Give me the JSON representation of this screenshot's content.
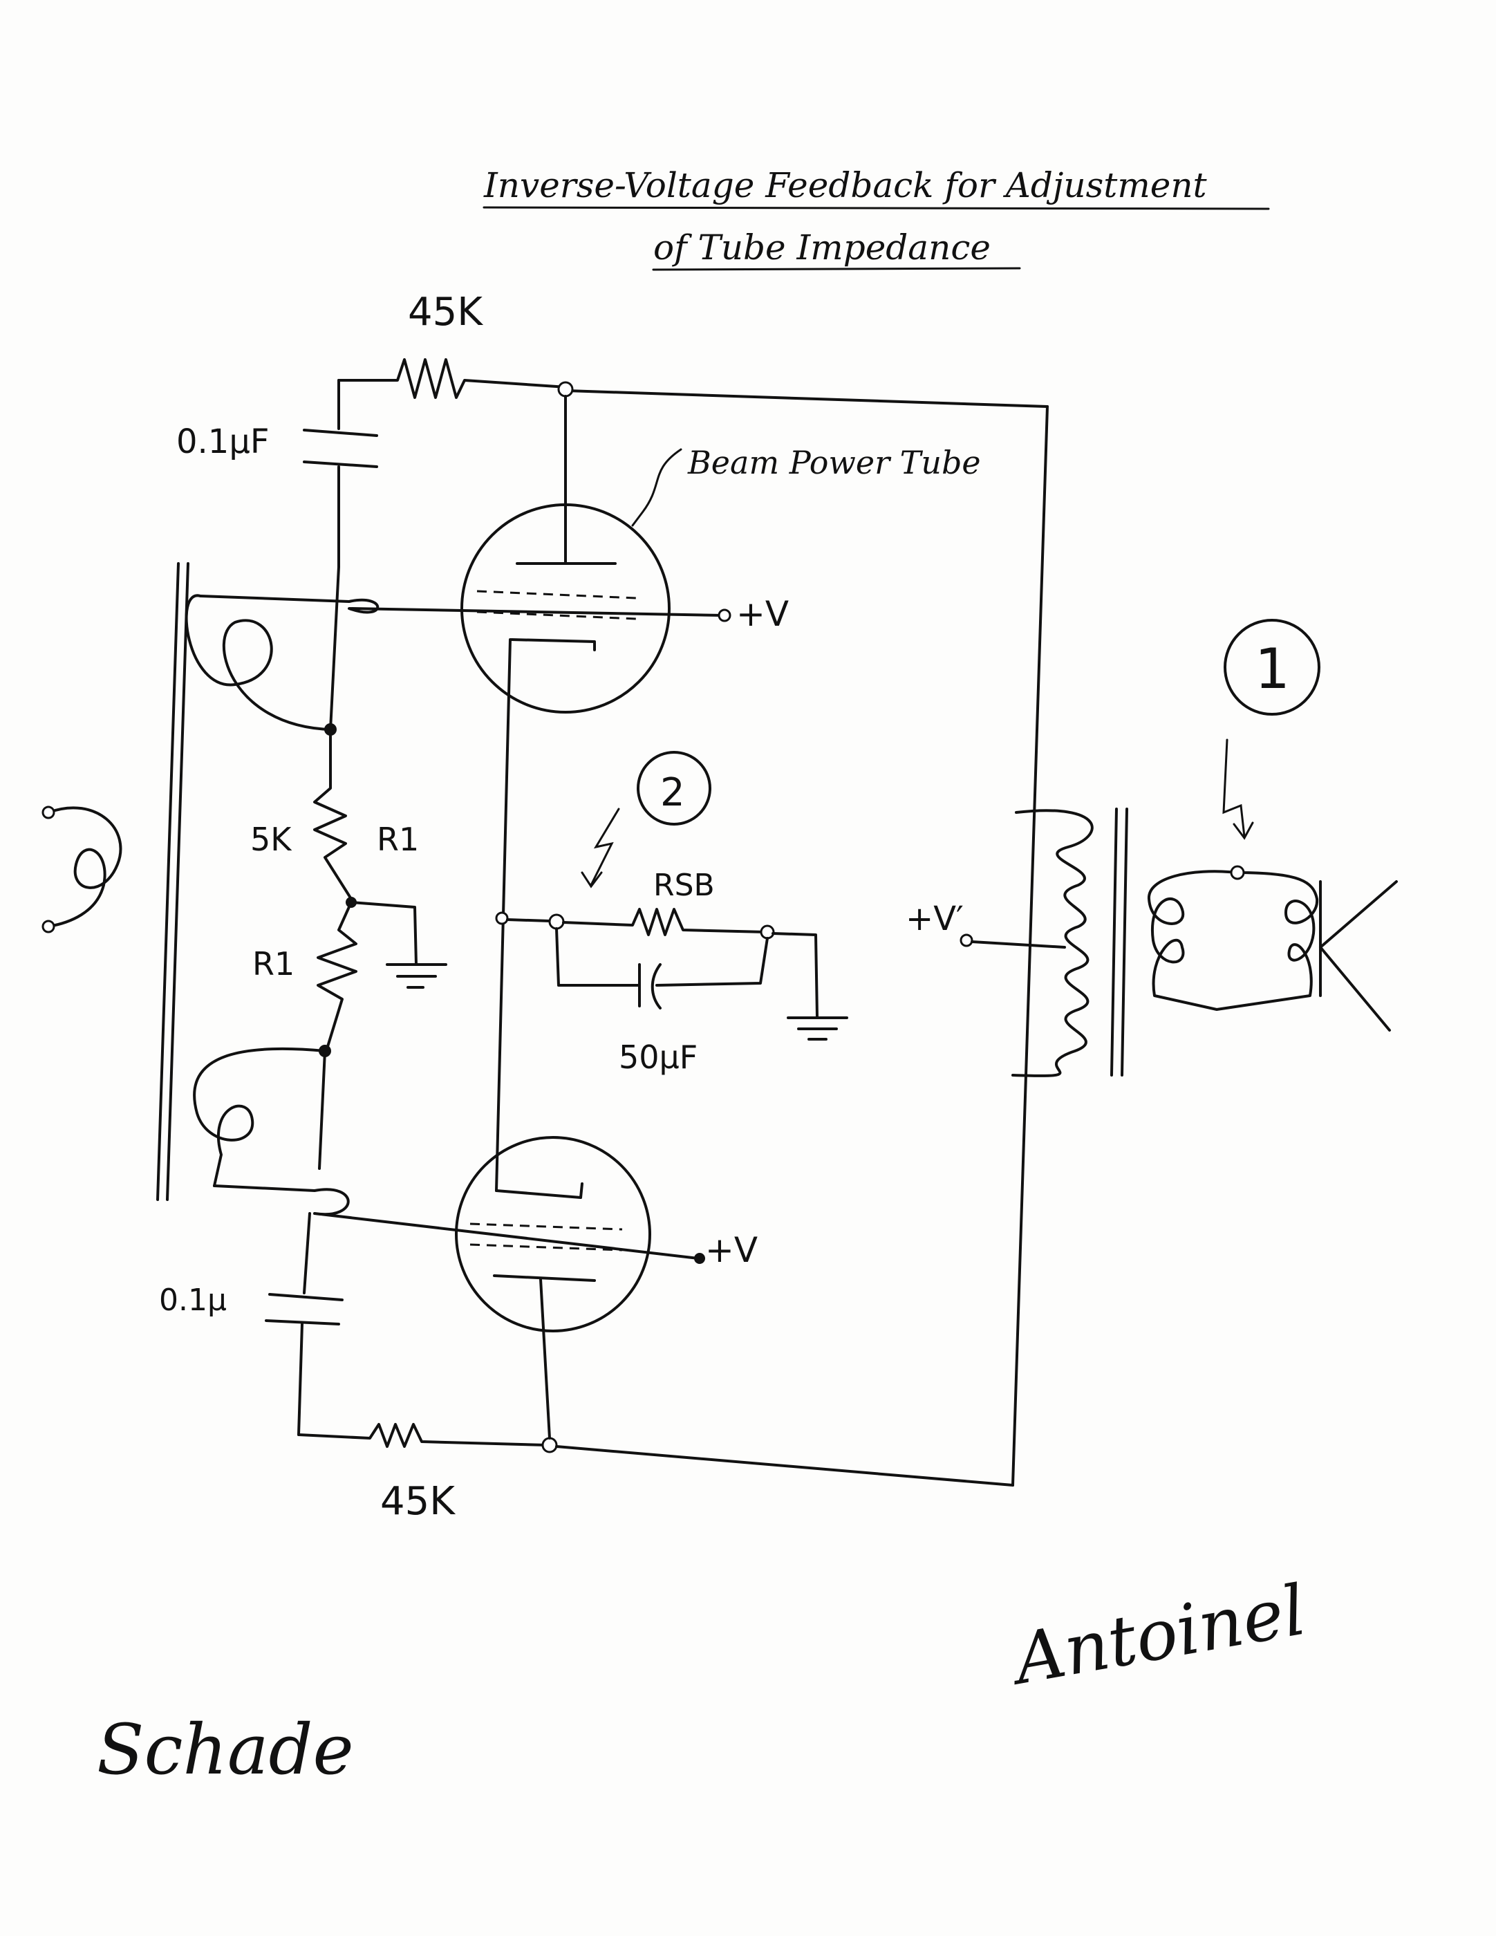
{
  "title": {
    "line1": "Inverse-Voltage Feedback for Adjustment",
    "line2": "of Tube Impedance"
  },
  "labels": {
    "r_top": "45K",
    "c_top": "0.1µF",
    "tube_note": "Beam Power Tube",
    "plus_v_top": "+V",
    "r_5k": "5K",
    "r1_upper": "R1",
    "r1_lower": "R1",
    "rsb": "RSB",
    "c_50": "50µF",
    "plus_v_prime": "+V′",
    "c_bottom": "0.1µ",
    "plus_v_bottom": "+V",
    "r_bottom": "45K",
    "marker_1": "1",
    "marker_2": "2"
  },
  "signatures": {
    "left": "Schade",
    "right": "Antoinel"
  },
  "colors": {
    "ink": "#111111",
    "paper": "#fdfdfc"
  }
}
